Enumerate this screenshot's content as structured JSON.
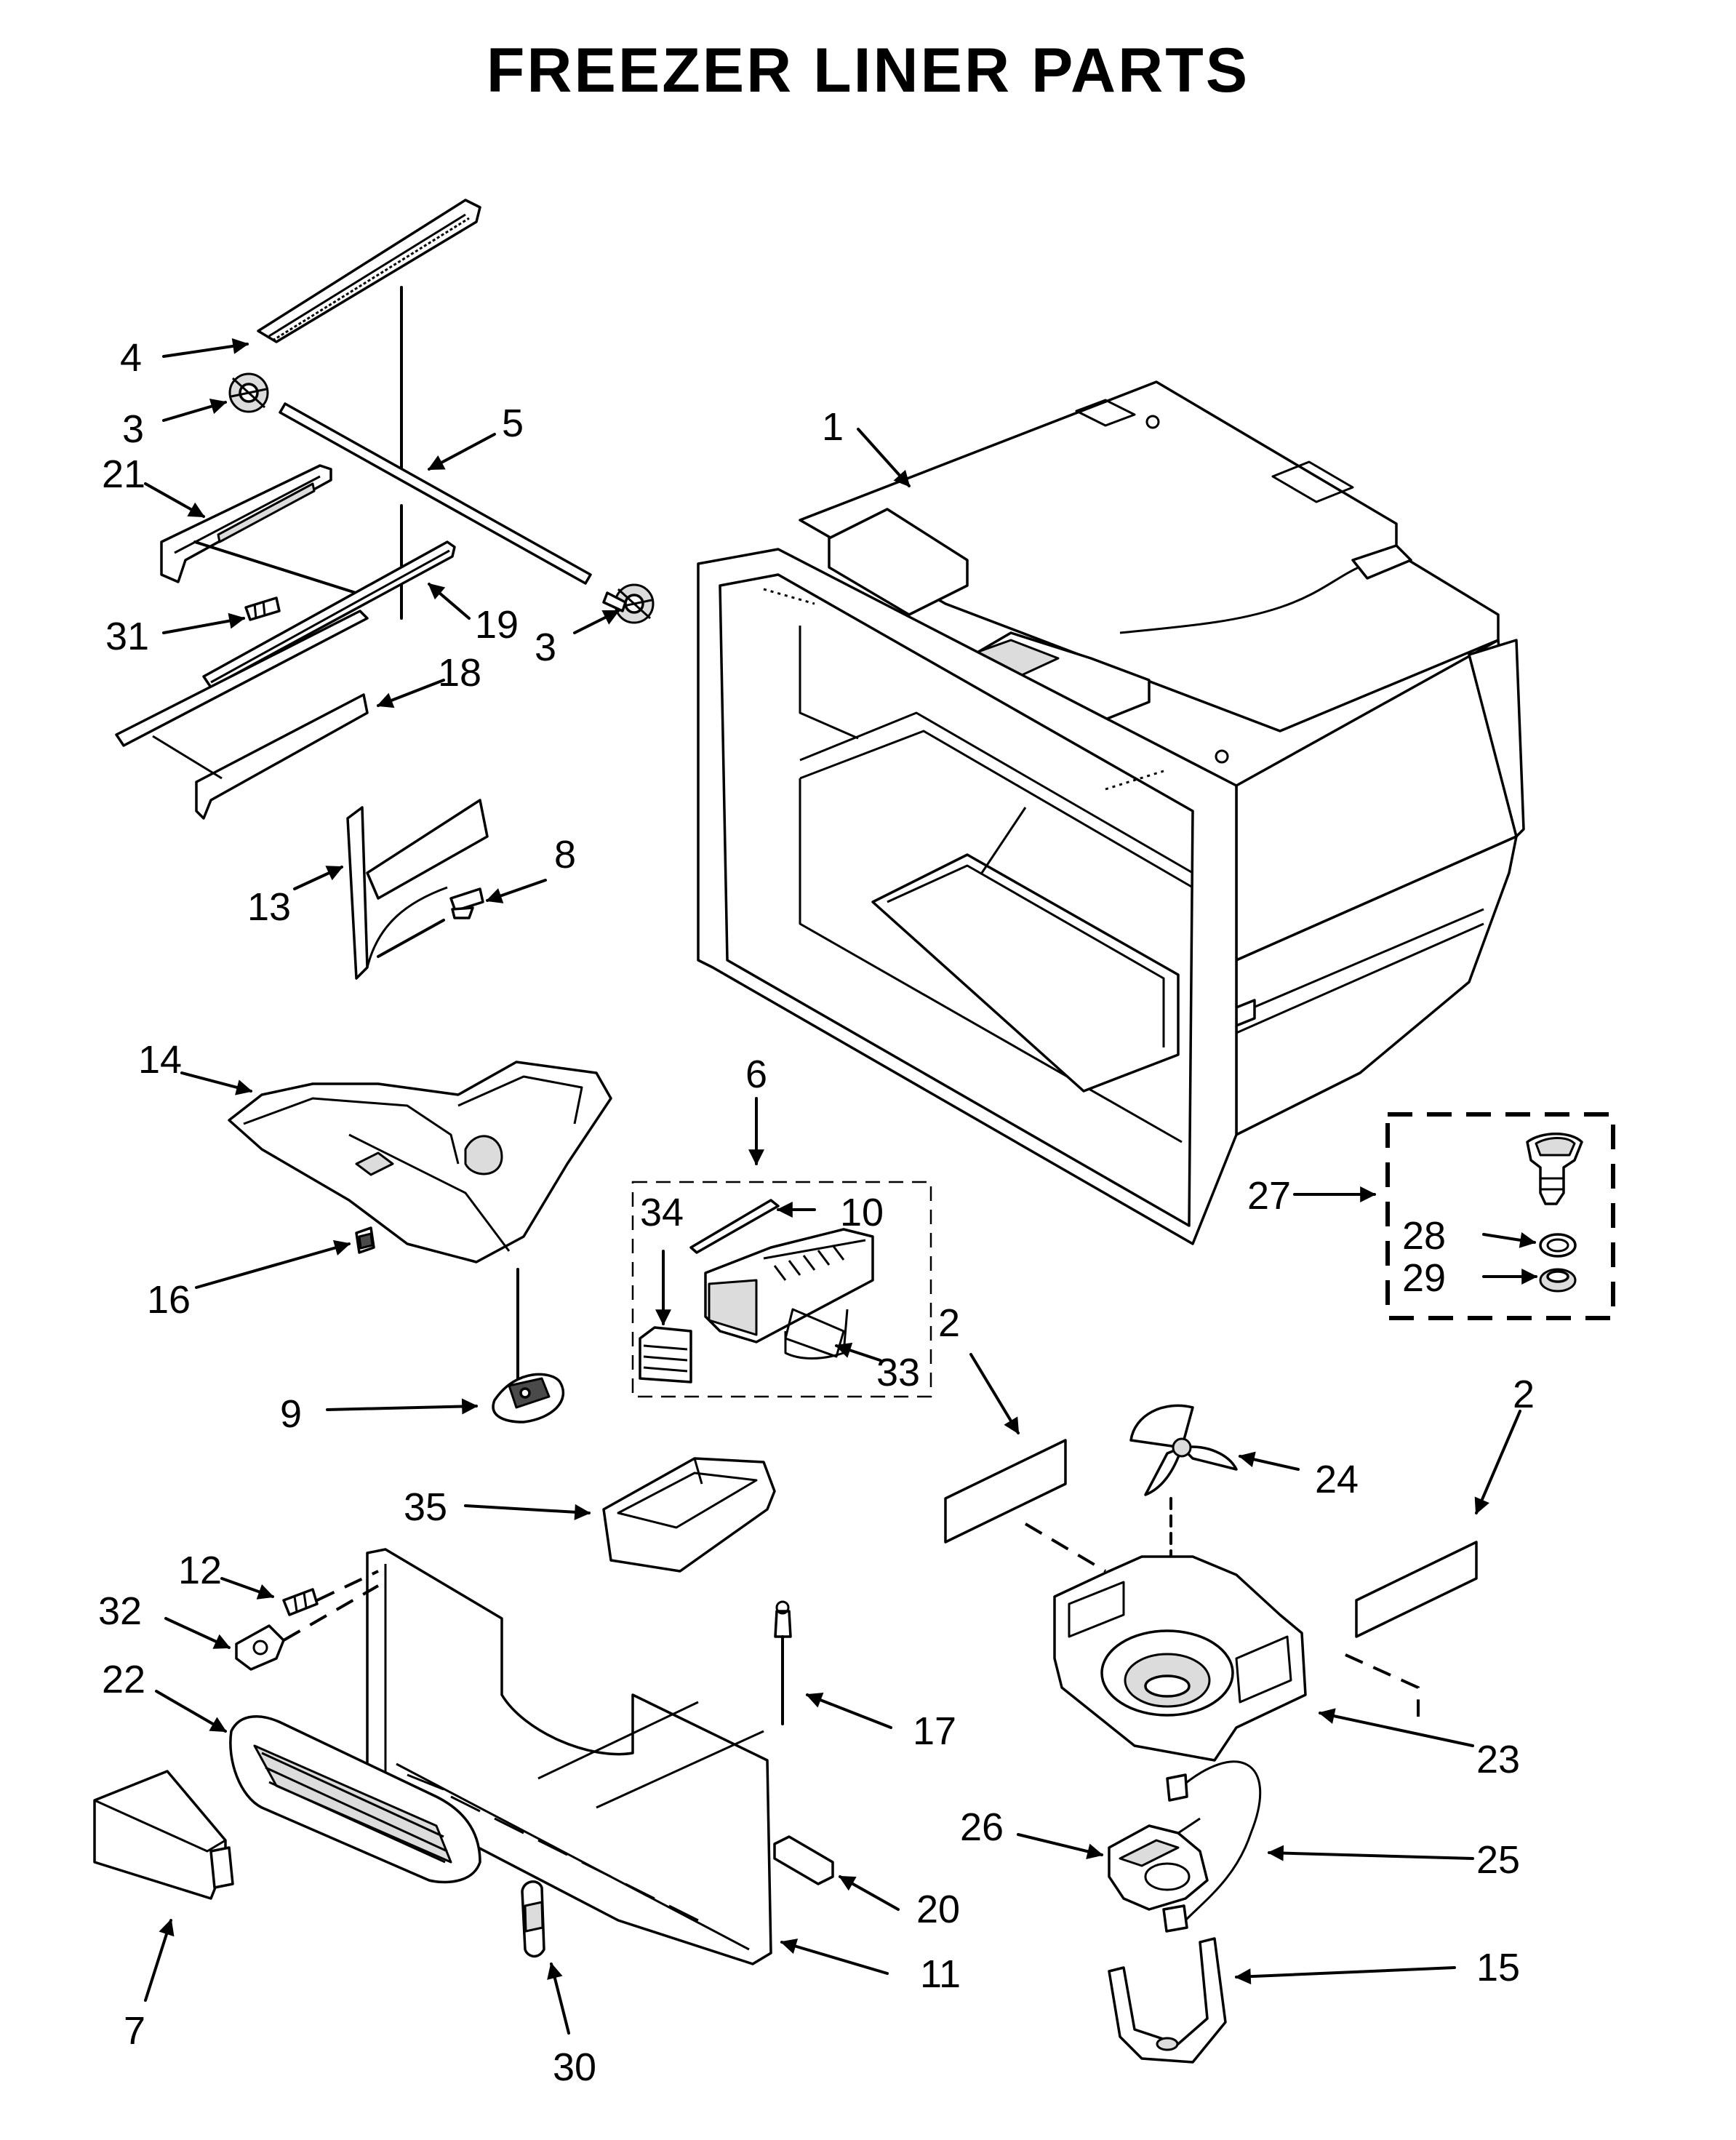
{
  "title": "FREEZER LINER PARTS",
  "callouts": {
    "p1": "1",
    "p2a": "2",
    "p2b": "2",
    "p3a": "3",
    "p3b": "3",
    "p4": "4",
    "p5": "5",
    "p6": "6",
    "p7": "7",
    "p8": "8",
    "p9": "9",
    "p10": "10",
    "p11": "11",
    "p12": "12",
    "p13": "13",
    "p14": "14",
    "p15": "15",
    "p16": "16",
    "p17": "17",
    "p18": "18",
    "p19": "19",
    "p20": "20",
    "p21": "21",
    "p22": "22",
    "p23": "23",
    "p24": "24",
    "p25": "25",
    "p26": "26",
    "p27": "27",
    "p28": "28",
    "p29": "29",
    "p30": "30",
    "p31": "31",
    "p32": "32",
    "p33": "33",
    "p34": "34",
    "p35": "35"
  }
}
